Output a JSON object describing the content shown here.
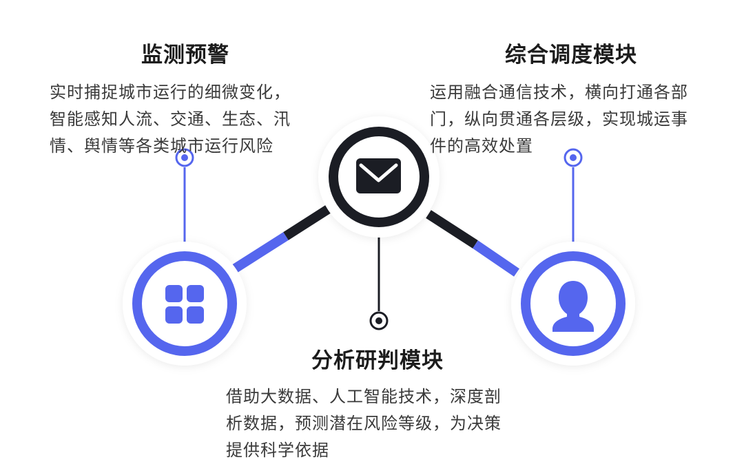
{
  "blocks": {
    "monitoring": {
      "title": "监测预警",
      "lines": [
        "实时捕捉城市运行的细微变化，",
        "智能感知人流、交通、生态、汛",
        "情、舆情等各类城市运行风险"
      ]
    },
    "dispatch": {
      "title": "综合调度模块",
      "lines": [
        "运用融合通信技术，横向打通各部",
        "门，纵向贯通各层级，实现城运事",
        "件的高效处置"
      ]
    },
    "analysis": {
      "title": "分析研判模块",
      "lines": [
        "借助大数据、人工智能技术，深度剖",
        "析数据，预测潜在风险等级，为决策",
        "提供科学依据"
      ]
    }
  },
  "icons": {
    "center": "envelope-icon",
    "left": "grid-icon",
    "right": "user-icon"
  },
  "colors": {
    "accent": "#5566ee",
    "dark": "#1b1d24",
    "text": "#3a3a3a"
  }
}
